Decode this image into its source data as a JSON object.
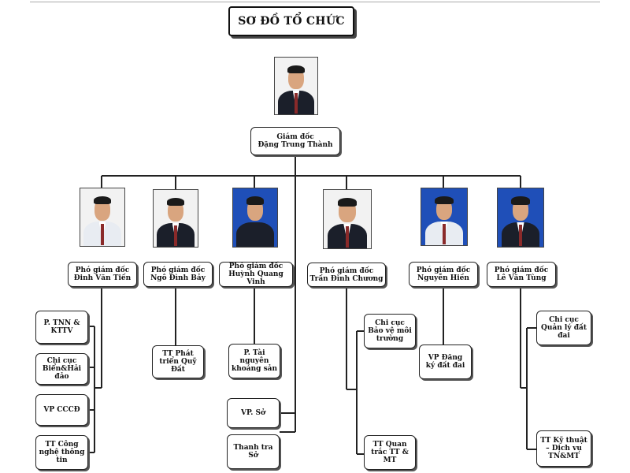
{
  "title": "SƠ ĐỒ TỔ CHỨC",
  "director": {
    "role": "Giám đốc",
    "name": "Đặng Trung Thành"
  },
  "deputies": [
    {
      "role": "Phó giám đốc",
      "name": "Đinh Văn Tiến"
    },
    {
      "role": "Phó giám đốc",
      "name": "Ngô Đình Bảy"
    },
    {
      "role": "Phó giám đốc",
      "name": "Huỳnh Quang Vinh"
    },
    {
      "role": "Phó giám đốc",
      "name": "Trần Đình Chương"
    },
    {
      "role": "Phó giám đốc",
      "name": "Nguyễn Hiền"
    },
    {
      "role": "Phó giám đốc",
      "name": "Lê Văn Tùng"
    }
  ],
  "units": {
    "tnn_kttv": [
      "P. TNN &",
      "KTTV"
    ],
    "chi_cuc_bien": [
      "Chi cục",
      "Biển&Hải",
      "đảo"
    ],
    "vp_cccd": [
      "VP CCCĐ"
    ],
    "tt_cntt": [
      "TT Công",
      "nghệ thông",
      "tin"
    ],
    "tt_phat_trien": [
      "TT Phát",
      "triển Quỹ",
      "Đất"
    ],
    "p_tai_nguyen": [
      "P. Tài",
      "nguyên",
      "khoáng sản"
    ],
    "vp_so": [
      "VP. Sở"
    ],
    "thanh_tra": [
      "Thanh tra",
      "Sở"
    ],
    "chi_cuc_bvmt": [
      "Chi cục",
      "Bảo vệ môi",
      "trường"
    ],
    "tt_quan_trac": [
      "TT Quan",
      "trắc TT &",
      "MT"
    ],
    "vp_dang_ky": [
      "VP Đăng",
      "ký  đất đai"
    ],
    "chi_cuc_qldd": [
      "Chi cục",
      "Quản lý đất",
      "đai"
    ],
    "tt_ky_thuat": [
      "TT Kỹ thuật",
      "– Dịch vụ",
      "TN&MT"
    ]
  }
}
